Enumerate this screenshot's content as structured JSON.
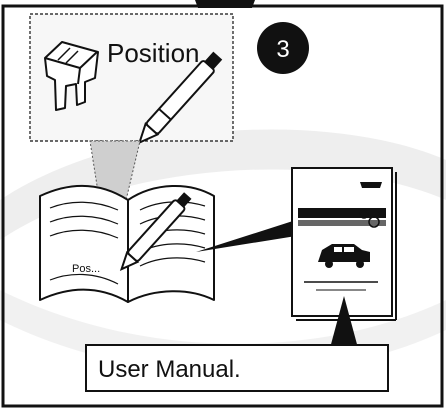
{
  "callout": {
    "label": "Position"
  },
  "step": {
    "number": "3"
  },
  "book": {
    "handwriting": "Pos..."
  },
  "manual_label": {
    "text": "User Manual."
  },
  "colors": {
    "stroke": "#111111",
    "watermark": "#d9d9d9",
    "badge": "#111111"
  },
  "icons": [
    "fuse-icon",
    "pen-icon",
    "open-book-icon",
    "manual-cover-icon",
    "car-icon"
  ]
}
